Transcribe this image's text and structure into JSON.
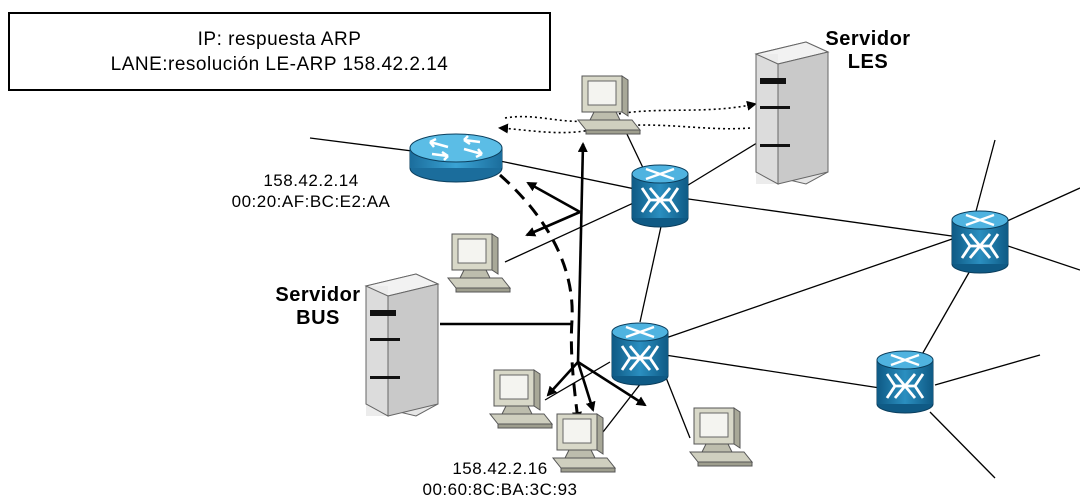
{
  "caption": {
    "line1": "IP: respuesta ARP",
    "line2": "LANE:resolución LE-ARP 158.42.2.14"
  },
  "servers": {
    "les": {
      "line1": "Servidor",
      "line2": "LES"
    },
    "bus": {
      "line1": "Servidor",
      "line2": "BUS"
    }
  },
  "router": {
    "ip": "158.42.2.14",
    "mac": "00:20:AF:BC:E2:AA"
  },
  "client": {
    "ip": "158.42.2.16",
    "mac": "00:60:8C:BA:3C:93"
  },
  "colors": {
    "switch": "#1a6f9e",
    "switch_light": "#2f9ccc",
    "pc_case": "#d6d6c6",
    "pc_screen": "#f2f2ee",
    "server": "#d8d8d8",
    "line": "#000000"
  },
  "icons": [
    "router-icon",
    "atm-switch-icon",
    "workstation-icon",
    "server-icon"
  ]
}
